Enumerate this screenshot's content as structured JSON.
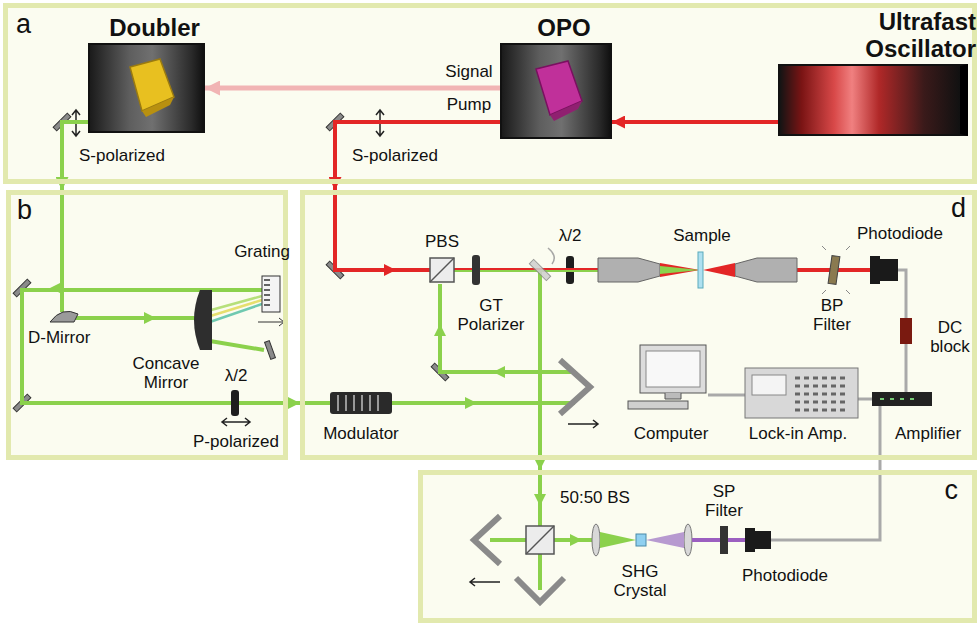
{
  "diagram": {
    "nodes": [
      {
        "text": [
          "a"
        ]
      },
      {
        "text": [
          "Doubler"
        ],
        "in": 0
      },
      {
        "text": [
          "OPO"
        ],
        "in": 0
      },
      {
        "text": [
          "Ultrafast Oscillator"
        ],
        "in": 0
      },
      {
        "text": [
          "b"
        ]
      },
      {
        "text": [
          "d"
        ]
      },
      {
        "text": [
          "c"
        ]
      }
    ],
    "edges": [
      {
        "from": 3,
        "to": 2,
        "arrow": "to"
      },
      {
        "from": 2,
        "to": 1,
        "arrow": "to",
        "label": "Signal"
      },
      {
        "from": 1,
        "to": 4,
        "arrow": "to"
      },
      {
        "from": 2,
        "to": 5,
        "arrow": "to"
      },
      {
        "from": 4,
        "to": 5,
        "arrow": "to"
      },
      {
        "from": 5,
        "to": 6,
        "arrow": "to"
      },
      {
        "from": 6,
        "to": 5,
        "arrow": "none"
      }
    ],
    "labels": [
      "Pump",
      "S-polarized",
      "S-polarized",
      "Grating",
      "D-Mirror",
      "Concave Mirror",
      "λ/2",
      "P-polarized",
      "PBS",
      "GT Polarizer",
      "λ/2",
      "Sample",
      "Photodiode",
      "BP Filter",
      "DC block",
      "Modulator",
      "Computer",
      "Lock-in Amp.",
      "Amplifier",
      "50:50 BS",
      "SHG Crystal",
      "SP Filter",
      "Photodiode"
    ]
  }
}
